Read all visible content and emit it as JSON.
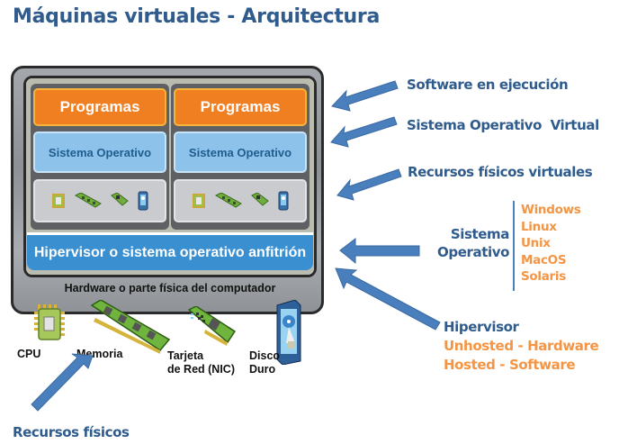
{
  "title": "Máquinas virtuales - Arquitectura",
  "diagram": {
    "virtual_machines": [
      {
        "programs_label": "Programas",
        "os_label": "Sistema Operativo",
        "virtual_hardware": [
          "cpu-icon",
          "memory-icon",
          "nic-icon",
          "disk-icon"
        ]
      },
      {
        "programs_label": "Programas",
        "os_label": "Sistema Operativo",
        "virtual_hardware": [
          "cpu-icon",
          "memory-icon",
          "nic-icon",
          "disk-icon"
        ]
      }
    ],
    "hypervisor_label": "Hipervisor o sistema operativo anfitrión",
    "hardware_label": "Hardware o parte física del computador",
    "physical_components": [
      {
        "icon": "cpu-icon",
        "label": "CPU"
      },
      {
        "icon": "memory-icon",
        "label": "Memoria"
      },
      {
        "icon": "nic-icon",
        "label_line1": "Tarjeta",
        "label_line2": "de Red (NIC)"
      },
      {
        "icon": "disk-icon",
        "label_line1": "Disco",
        "label_line2": "Duro"
      }
    ]
  },
  "annotations": {
    "software": "Software en ejecución",
    "virtual_os": "Sistema Operativo  Virtual",
    "virtual_resources": "Recursos físicos virtuales",
    "os_label_line1": "Sistema",
    "os_label_line2": "Operativo",
    "os_list": [
      "Windows",
      "Linux",
      "Unix",
      "MacOS",
      "Solaris"
    ],
    "hypervisor_title": "Hipervisor",
    "hypervisor_types": [
      "Unhosted - Hardware",
      "Hosted - Software"
    ],
    "physical_resources": "Recursos físicos"
  },
  "colors": {
    "title": "#2f5b8d",
    "programs": "#f07f22",
    "os": "#8dc2ea",
    "hypervisor": "#3a8fd0",
    "arrow": "#4a7fbd",
    "accent_orange": "#f39544"
  }
}
